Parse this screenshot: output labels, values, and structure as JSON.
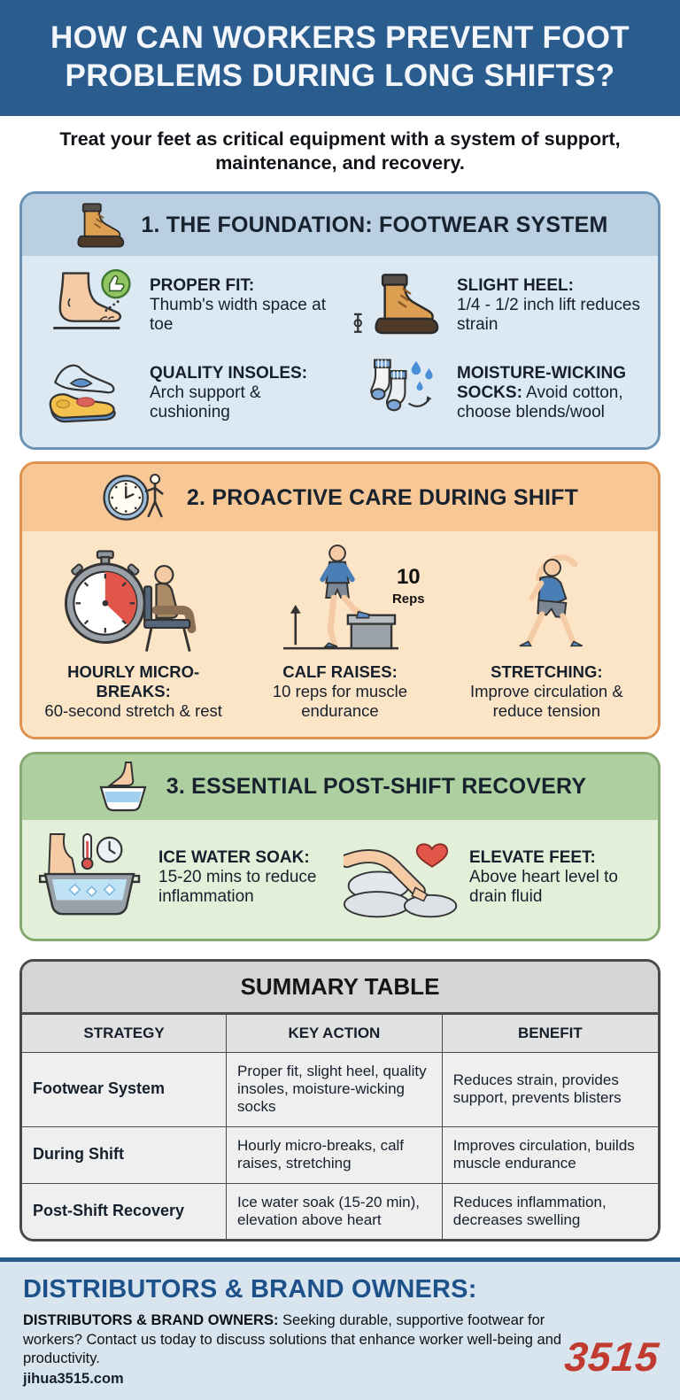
{
  "header": {
    "title": "HOW CAN WORKERS PREVENT FOOT PROBLEMS DURING LONG SHIFTS?"
  },
  "subtitle": "Treat your feet as critical equipment with a system of support, maintenance, and recovery.",
  "sections": [
    {
      "title": "1. THE FOUNDATION: FOOTWEAR SYSTEM",
      "items": [
        {
          "label": "PROPER FIT:",
          "text": "Thumb's width space at toe"
        },
        {
          "label": "SLIGHT HEEL:",
          "text": "1/4 - 1/2 inch lift reduces strain"
        },
        {
          "label": "QUALITY INSOLES:",
          "text": "Arch support & cushioning"
        },
        {
          "label": "MOISTURE-WICKING SOCKS:",
          "text": "Avoid cotton, choose blends/wool"
        }
      ]
    },
    {
      "title": "2. PROACTIVE CARE DURING SHIFT",
      "items": [
        {
          "label": "HOURLY MICRO-BREAKS:",
          "text": "60-second stretch & rest"
        },
        {
          "label": "CALF RAISES:",
          "text": "10 reps for muscle endurance",
          "badge_value": "10",
          "badge_unit": "Reps"
        },
        {
          "label": "STRETCHING:",
          "text": "Improve circulation & reduce tension"
        }
      ]
    },
    {
      "title": "3. ESSENTIAL POST-SHIFT RECOVERY",
      "items": [
        {
          "label": "ICE WATER SOAK:",
          "text": "15-20 mins to reduce inflammation"
        },
        {
          "label": "ELEVATE FEET:",
          "text": "Above heart level to drain fluid"
        }
      ]
    }
  ],
  "summary_table": {
    "title": "SUMMARY TABLE",
    "columns": [
      "STRATEGY",
      "KEY ACTION",
      "BENEFIT"
    ],
    "rows": [
      [
        "Footwear System",
        "Proper fit, slight heel, quality insoles, moisture-wicking socks",
        "Reduces strain, provides support, prevents blisters"
      ],
      [
        "During Shift",
        "Hourly micro-breaks, calf raises, stretching",
        "Improves circulation, builds muscle endurance"
      ],
      [
        "Post-Shift Recovery",
        "Ice water soak (15-20 min), elevation above heart",
        "Reduces inflammation, decreases swelling"
      ]
    ]
  },
  "footer": {
    "heading": "DISTRIBUTORS & BRAND OWNERS:",
    "body_lead": "DISTRIBUTORS & BRAND OWNERS:",
    "body_text": "Seeking durable, supportive footwear for workers? Contact us today to discuss solutions that enhance worker well-being and productivity.",
    "website": "jihua3515.com",
    "logo": "3515"
  },
  "icons": [
    "work-boot-icon",
    "foot-thumbs-up-icon",
    "boot-heel-measure-icon",
    "insole-icon",
    "moisture-socks-icon",
    "clock-person-icon",
    "stopwatch-seated-person-icon",
    "calf-raise-icon",
    "stretching-person-icon",
    "foot-basin-icon",
    "ice-water-soak-icon",
    "elevate-feet-icon"
  ],
  "colors": {
    "header_bg": "#2b5c8e",
    "section1_border": "#6b92b4",
    "section1_header": "#bacfe2",
    "section1_body": "#dce9f3",
    "section2_border": "#e0914d",
    "section2_header": "#f7c795",
    "section2_body": "#fce4c7",
    "section3_border": "#84aa70",
    "section3_header": "#aed0a0",
    "section3_body": "#e2f0da",
    "table_border": "#4a4a4a",
    "table_title_bg": "#d5d5d5",
    "table_header_bg": "#e2e2e2",
    "table_row_bg": "#efefef",
    "footer_bg": "#d8e5ef",
    "footer_heading": "#1d518a",
    "logo_red": "#c13a30"
  }
}
